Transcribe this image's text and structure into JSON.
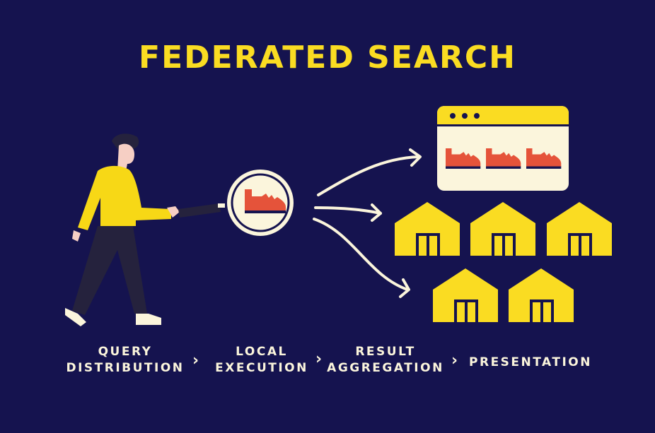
{
  "title": "FEDERATED SEARCH",
  "colors": {
    "background": "#15134f",
    "accent_yellow": "#fadc22",
    "cream": "#fbf5dc",
    "shoe_orange": "#e5533a"
  },
  "steps": [
    {
      "line1": "QUERY",
      "line2": "DISTRIBUTION"
    },
    {
      "line1": "LOCAL",
      "line2": "EXECUTION"
    },
    {
      "line1": "RESULT",
      "line2": "AGGREGATION"
    },
    {
      "line1": "PRESENTATION",
      "line2": ""
    }
  ],
  "separator": "›",
  "illustration": {
    "person": "person-with-magnifier",
    "magnifier_content": "shoe-icon",
    "browser_results": [
      "shoe-icon",
      "shoe-icon",
      "shoe-icon"
    ],
    "warehouses": 5,
    "arrows": 3
  }
}
